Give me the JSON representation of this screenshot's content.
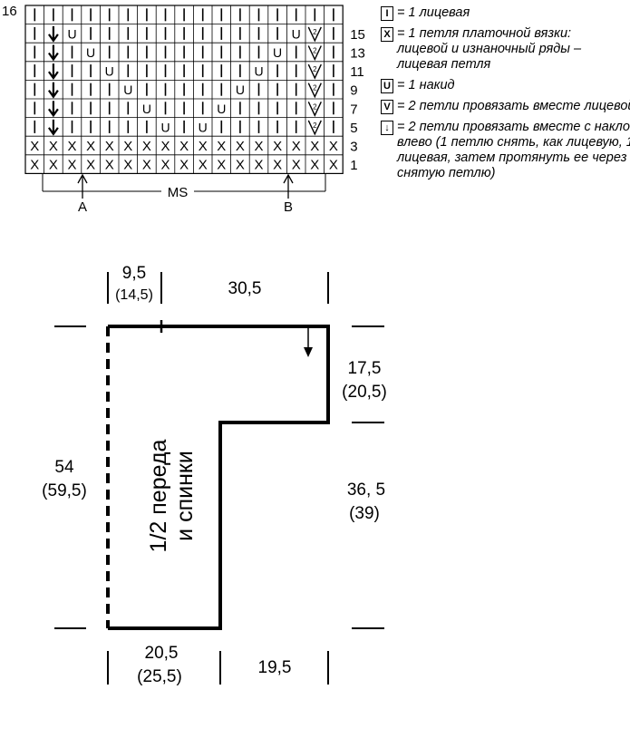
{
  "chart": {
    "rows": [
      [
        "I",
        "I",
        "I",
        "I",
        "I",
        "I",
        "I",
        "I",
        "I",
        "I",
        "I",
        "I",
        "I",
        "I",
        "I",
        "I",
        "I"
      ],
      [
        "I",
        "↓",
        "U",
        "I",
        "I",
        "I",
        "I",
        "I",
        "I",
        "I",
        "I",
        "I",
        "I",
        "I",
        "U",
        "V",
        "I"
      ],
      [
        "I",
        "↓",
        "I",
        "U",
        "I",
        "I",
        "I",
        "I",
        "I",
        "I",
        "I",
        "I",
        "I",
        "U",
        "I",
        "V",
        "I"
      ],
      [
        "I",
        "↓",
        "I",
        "I",
        "U",
        "I",
        "I",
        "I",
        "I",
        "I",
        "I",
        "I",
        "U",
        "I",
        "I",
        "V",
        "I"
      ],
      [
        "I",
        "↓",
        "I",
        "I",
        "I",
        "U",
        "I",
        "I",
        "I",
        "I",
        "I",
        "U",
        "I",
        "I",
        "I",
        "V",
        "I"
      ],
      [
        "I",
        "↓",
        "I",
        "I",
        "I",
        "I",
        "U",
        "I",
        "I",
        "I",
        "U",
        "I",
        "I",
        "I",
        "I",
        "V",
        "I"
      ],
      [
        "I",
        "↓",
        "I",
        "I",
        "I",
        "I",
        "I",
        "U",
        "I",
        "U",
        "I",
        "I",
        "I",
        "I",
        "I",
        "V",
        "I"
      ],
      [
        "X",
        "X",
        "X",
        "X",
        "X",
        "X",
        "X",
        "X",
        "X",
        "X",
        "X",
        "X",
        "X",
        "X",
        "X",
        "X",
        "X"
      ],
      [
        "X",
        "X",
        "X",
        "X",
        "X",
        "X",
        "X",
        "X",
        "X",
        "X",
        "X",
        "X",
        "X",
        "X",
        "X",
        "X",
        "X"
      ]
    ],
    "left_row_label": "16",
    "right_row_labels": [
      "15",
      "13",
      "11",
      "9",
      "7",
      "5",
      "3",
      "1"
    ],
    "marker_a": "A",
    "marker_b": "B",
    "repeat_label": "MS"
  },
  "legend": [
    {
      "symbol": "I",
      "lines": [
        "= 1 лицевая"
      ]
    },
    {
      "symbol": "X",
      "lines": [
        "= 1 петля платочной вязки:",
        "лицевой и изнаночный ряды –",
        "лицевая петля"
      ]
    },
    {
      "symbol": "U",
      "lines": [
        "= 1 накид"
      ]
    },
    {
      "symbol": "V",
      "lines": [
        "= 2 петли провязать вместе лицевой"
      ]
    },
    {
      "symbol": "↓",
      "lines": [
        "= 2 петли провязать вместе с наклоном влево (1 петлю снять, как лицевую, 1 лицевая, затем протянуть ее через снятую петлю)"
      ]
    }
  ],
  "pattern": {
    "title_line1": "1/2 переда",
    "title_line2": "и спинки",
    "top_left_width": "9,5",
    "top_left_width_alt": "(14,5)",
    "top_right_width": "30,5",
    "sleeve_depth": "17,5",
    "sleeve_depth_alt": "(20,5)",
    "total_height": "54",
    "total_height_alt": "(59,5)",
    "body_height": "36, 5",
    "body_height_alt": "(39)",
    "bottom_width": "20,5",
    "bottom_width_alt": "(25,5)",
    "bottom_right_width": "19,5"
  }
}
